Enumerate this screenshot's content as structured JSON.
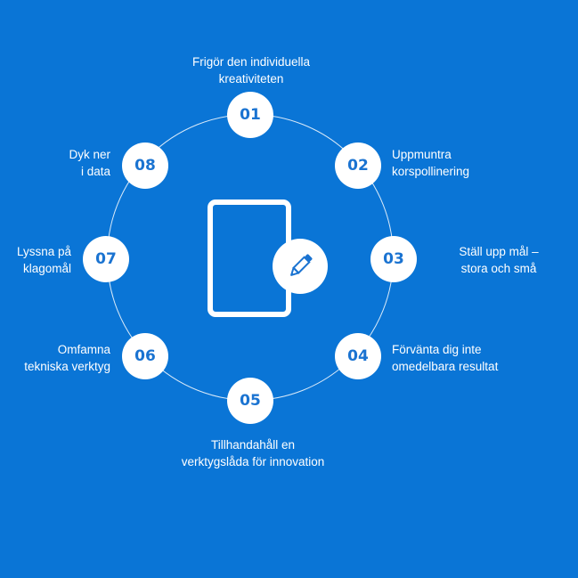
{
  "nodes": [
    {
      "num": "01",
      "label": "Frigör den individuella\nkreativiteten"
    },
    {
      "num": "02",
      "label": "Uppmuntra\nkorspollinering"
    },
    {
      "num": "03",
      "label": "Ställ upp mål –\nstora och små"
    },
    {
      "num": "04",
      "label": "Förvänta dig inte\nomedelbara resultat"
    },
    {
      "num": "05",
      "label": "Tillhandahåll en\nverktygslåda för innovation"
    },
    {
      "num": "06",
      "label": "Omfamna\ntekniska verktyg"
    },
    {
      "num": "07",
      "label": "Lyssna på\nklagomål"
    },
    {
      "num": "08",
      "label": "Dyk ner\ni data"
    }
  ],
  "center_icon": "tablet-with-pencil-icon",
  "colors": {
    "background": "#0a75d6",
    "node_text": "#1a73d1",
    "foreground": "#ffffff"
  }
}
